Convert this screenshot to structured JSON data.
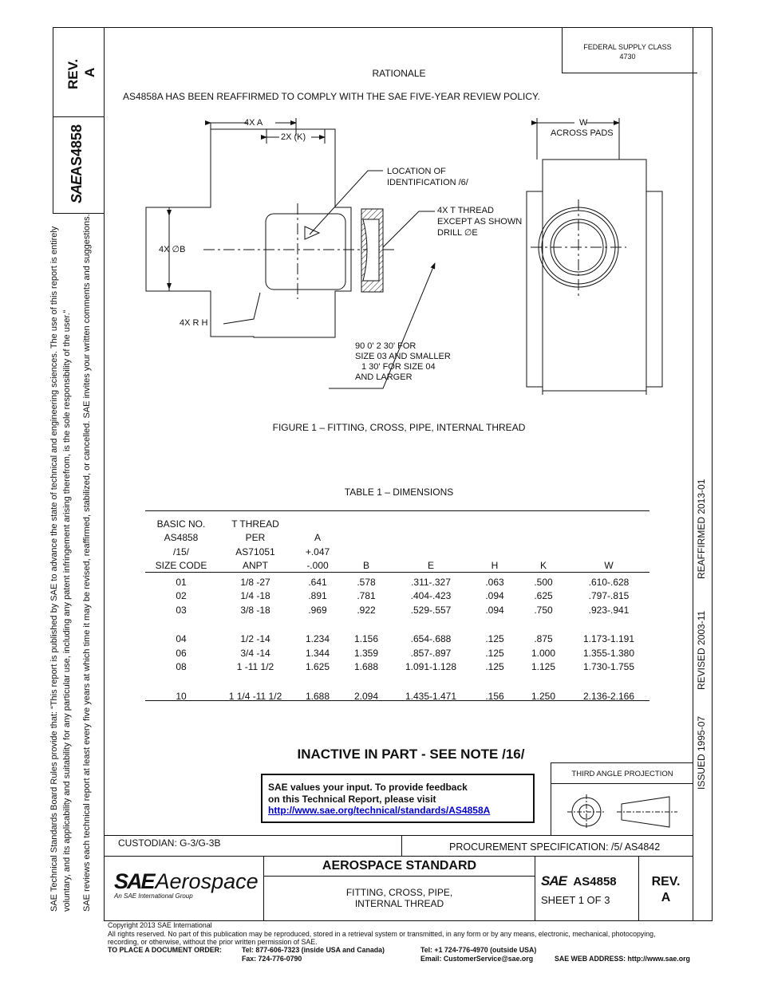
{
  "federal_supply": {
    "line1": "FEDERAL SUPPLY CLASS",
    "line2": "4730"
  },
  "rev_tab": {
    "label": "REV.",
    "value": "A"
  },
  "doc_tab": {
    "number": "AS4858",
    "logo": "SAE"
  },
  "rationale": {
    "heading": "RATIONALE",
    "text": "AS4858A HAS BEEN REAFFIRMED TO COMPLY WITH THE SAE FIVE-YEAR REVIEW POLICY."
  },
  "left_margin": {
    "line1": "SAE Technical Standards Board Rules provide that: “This report is published by SAE to advance the state of technical and engineering sciences. The use of this report is entirely",
    "line2": "voluntary, and its applicability and suitability for any particular use, including any patent infringement arising therefrom, is the sole responsibility of the user.”",
    "line3": "SAE reviews each technical report at least every five years at which time it may be revised, reaffirmed, stabilized, or cancelled. SAE invites your written comments and suggestions."
  },
  "right_margin": {
    "issued": "ISSUED 1995-07",
    "revised": "REVISED 2003-11",
    "reaffirmed": "REAFFIRMED 2013-01"
  },
  "figure": {
    "caption": "FIGURE 1 – FITTING, CROSS, PIPE, INTERNAL THREAD",
    "labels": {
      "dim_a": "4X  A",
      "dim_k": "2X (K)",
      "dim_w": "W",
      "across_pads": "ACROSS PADS",
      "location1": "LOCATION OF",
      "location2": "IDENTIFICATION /6/",
      "thread1": "4X  T THREAD",
      "thread2": "EXCEPT AS SHOWN",
      "thread3": "DRILL  ∅E",
      "dia_b": "4X ∅B",
      "radius": "4X  R H",
      "angle1": "90 0'   2 30' FOR",
      "angle2": "SIZE 03 AND SMALLER",
      "angle3": "1 30' FOR SIZE 04",
      "angle4": "AND LARGER"
    }
  },
  "table": {
    "title": "TABLE 1 – DIMENSIONS",
    "header_rows": [
      [
        "BASIC NO.",
        "T THREAD",
        "",
        "",
        "",
        "",
        "",
        ""
      ],
      [
        "AS4858",
        "PER",
        "A",
        "",
        "",
        "",
        "",
        ""
      ],
      [
        "/15/",
        "AS71051",
        "+.047",
        "",
        "",
        "",
        "",
        ""
      ],
      [
        "SIZE CODE",
        "ANPT",
        "-.000",
        "B",
        "E",
        "H",
        "K",
        "W"
      ]
    ],
    "rows": [
      [
        "01",
        "1/8 -27",
        ".641",
        ".578",
        ".311-.327",
        ".063",
        ".500",
        ".610-.628"
      ],
      [
        "02",
        "1/4 -18",
        ".891",
        ".781",
        ".404-.423",
        ".094",
        ".625",
        ".797-.815"
      ],
      [
        "03",
        "3/8 -18",
        ".969",
        ".922",
        ".529-.557",
        ".094",
        ".750",
        ".923-.941"
      ],
      [
        "04",
        "1/2 -14",
        "1.234",
        "1.156",
        ".654-.688",
        ".125",
        ".875",
        "1.173-1.191"
      ],
      [
        "06",
        "3/4 -14",
        "1.344",
        "1.359",
        ".857-.897",
        ".125",
        "1.000",
        "1.355-1.380"
      ],
      [
        "08",
        "1 -11 1/2",
        "1.625",
        "1.688",
        "1.091-1.128",
        ".125",
        "1.125",
        "1.730-1.755"
      ],
      [
        "10",
        "1 1/4 -11 1/2",
        "1.688",
        "2.094",
        "1.435-1.471",
        ".156",
        "1.250",
        "2.136-2.166"
      ]
    ]
  },
  "inactive_note": "INACTIVE IN PART - SEE NOTE /16/",
  "feedback": {
    "line1": "SAE values your input. To provide feedback",
    "line2": "on this Technical Report, please visit",
    "link": "http://www.sae.org/technical/standards/AS4858A"
  },
  "projection": {
    "label": "THIRD ANGLE PROJECTION"
  },
  "custodian": "CUSTODIAN: G-3/G-3B",
  "procurement": "PROCUREMENT SPECIFICATION: /5/ AS4842",
  "title_block": {
    "logo_sae": "SAE",
    "logo_word": "Aerospace",
    "logo_sub": "An SAE International Group",
    "standard": "AEROSPACE STANDARD",
    "title1": "FITTING, CROSS, PIPE,",
    "title2": "INTERNAL THREAD",
    "doc_logo": "SAE",
    "doc_number": "AS4858",
    "sheet": "SHEET 1 OF 3",
    "rev_label": "REV.",
    "rev_value": "A"
  },
  "footer": {
    "copyright": "Copyright 2013 SAE International",
    "rights1": "All rights reserved. No part of this publication may be reproduced, stored in a retrieval system or transmitted, in any form or by any means, electronic, mechanical, photocopying,",
    "rights2": "recording, or otherwise, without the prior written permission of SAE.",
    "order_label": "TO PLACE A DOCUMENT ORDER:",
    "tel_inside": "Tel: 877-606-7323 (inside USA and Canada)",
    "fax": "Fax: 724-776-0790",
    "tel_outside": "Tel: +1 724-776-4970 (outside USA)",
    "email": "Email: CustomerService@sae.org",
    "web": "SAE WEB ADDRESS: http://www.sae.org"
  }
}
